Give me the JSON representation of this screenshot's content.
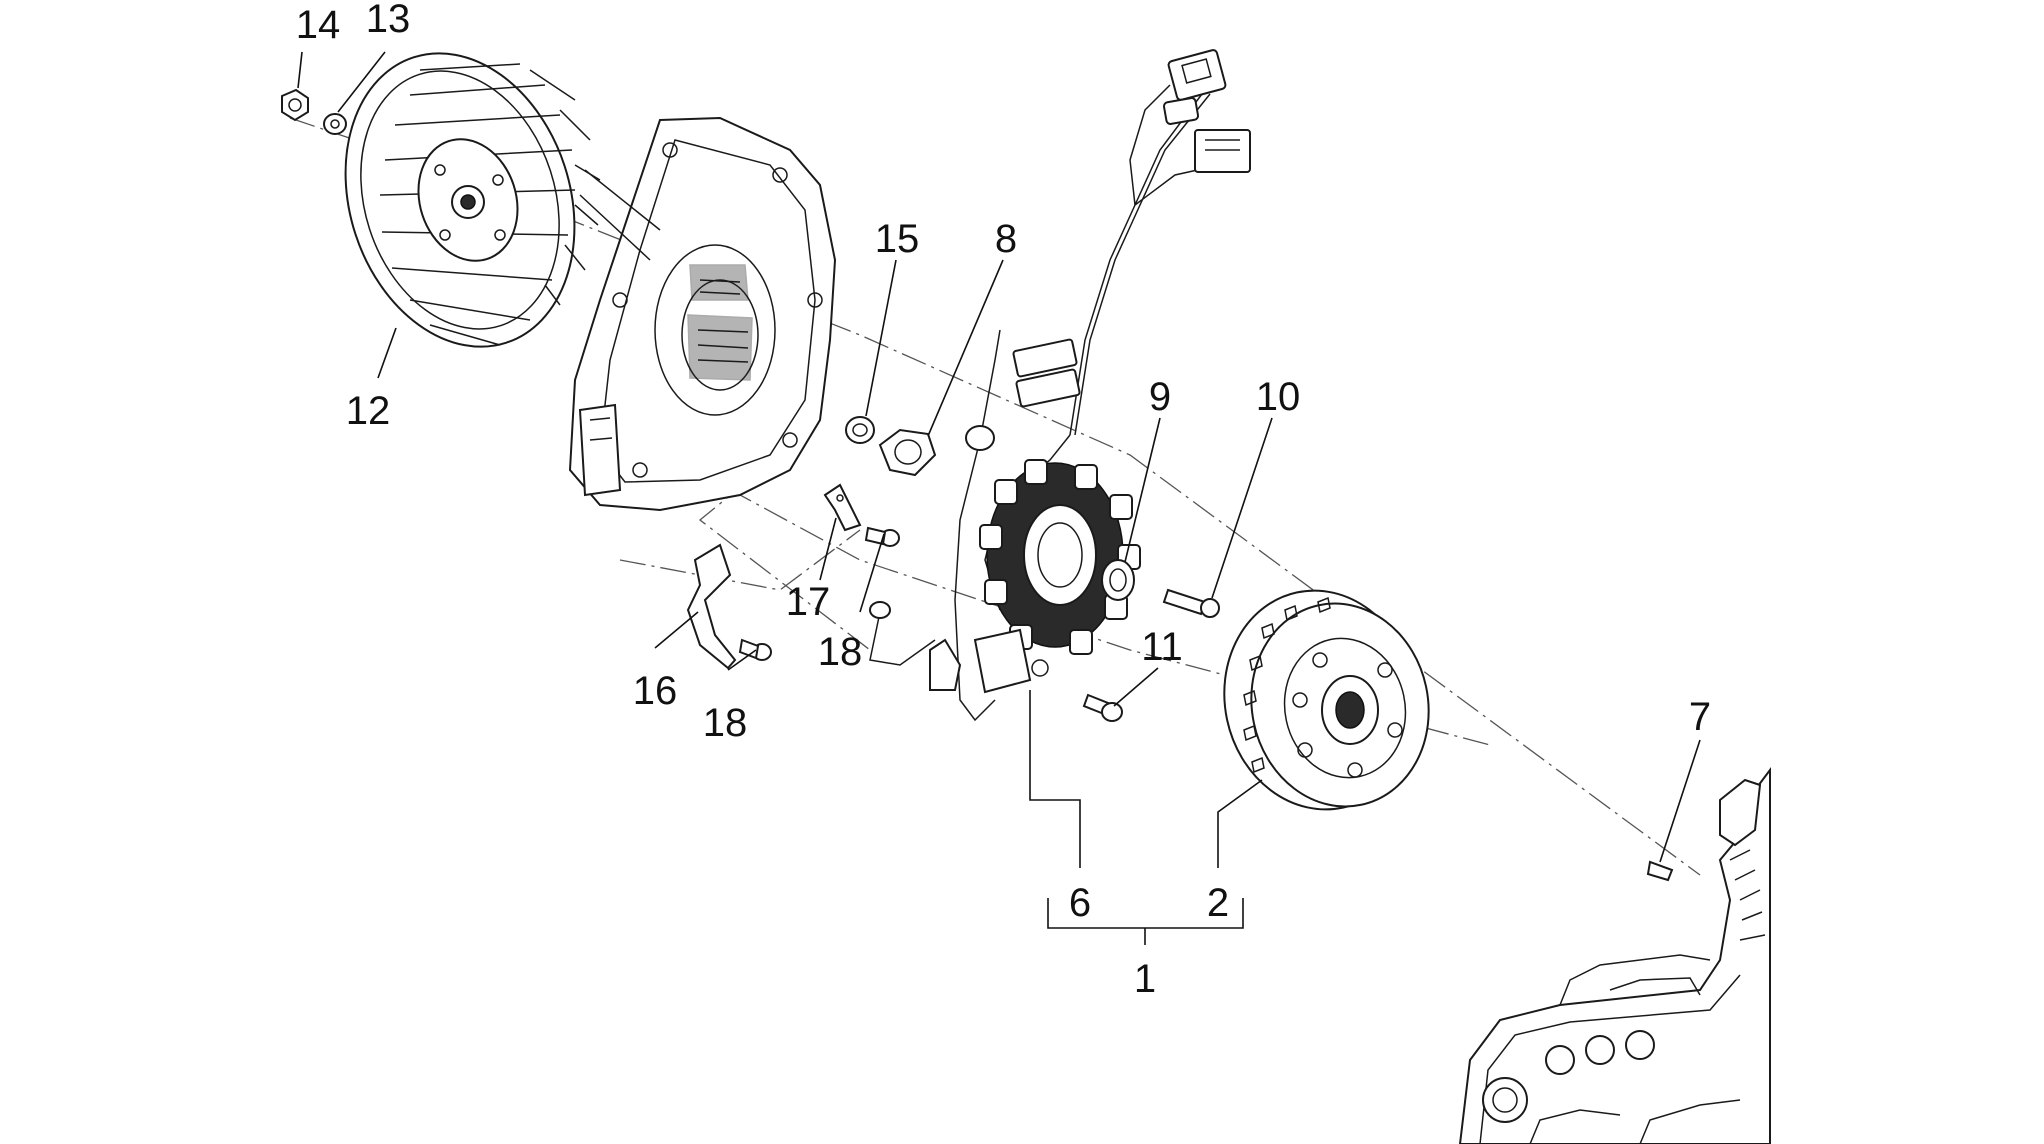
{
  "diagram": {
    "callouts": {
      "c14": "14",
      "c13": "13",
      "c12": "12",
      "c15": "15",
      "c8": "8",
      "c9": "9",
      "c10": "10",
      "c17": "17",
      "c18a": "18",
      "c16": "16",
      "c18b": "18",
      "c11": "11",
      "c7": "7",
      "c6": "6",
      "c2": "2",
      "c1": "1"
    },
    "colors": {
      "line": "#1a1a1a",
      "background": "#ffffff"
    }
  }
}
